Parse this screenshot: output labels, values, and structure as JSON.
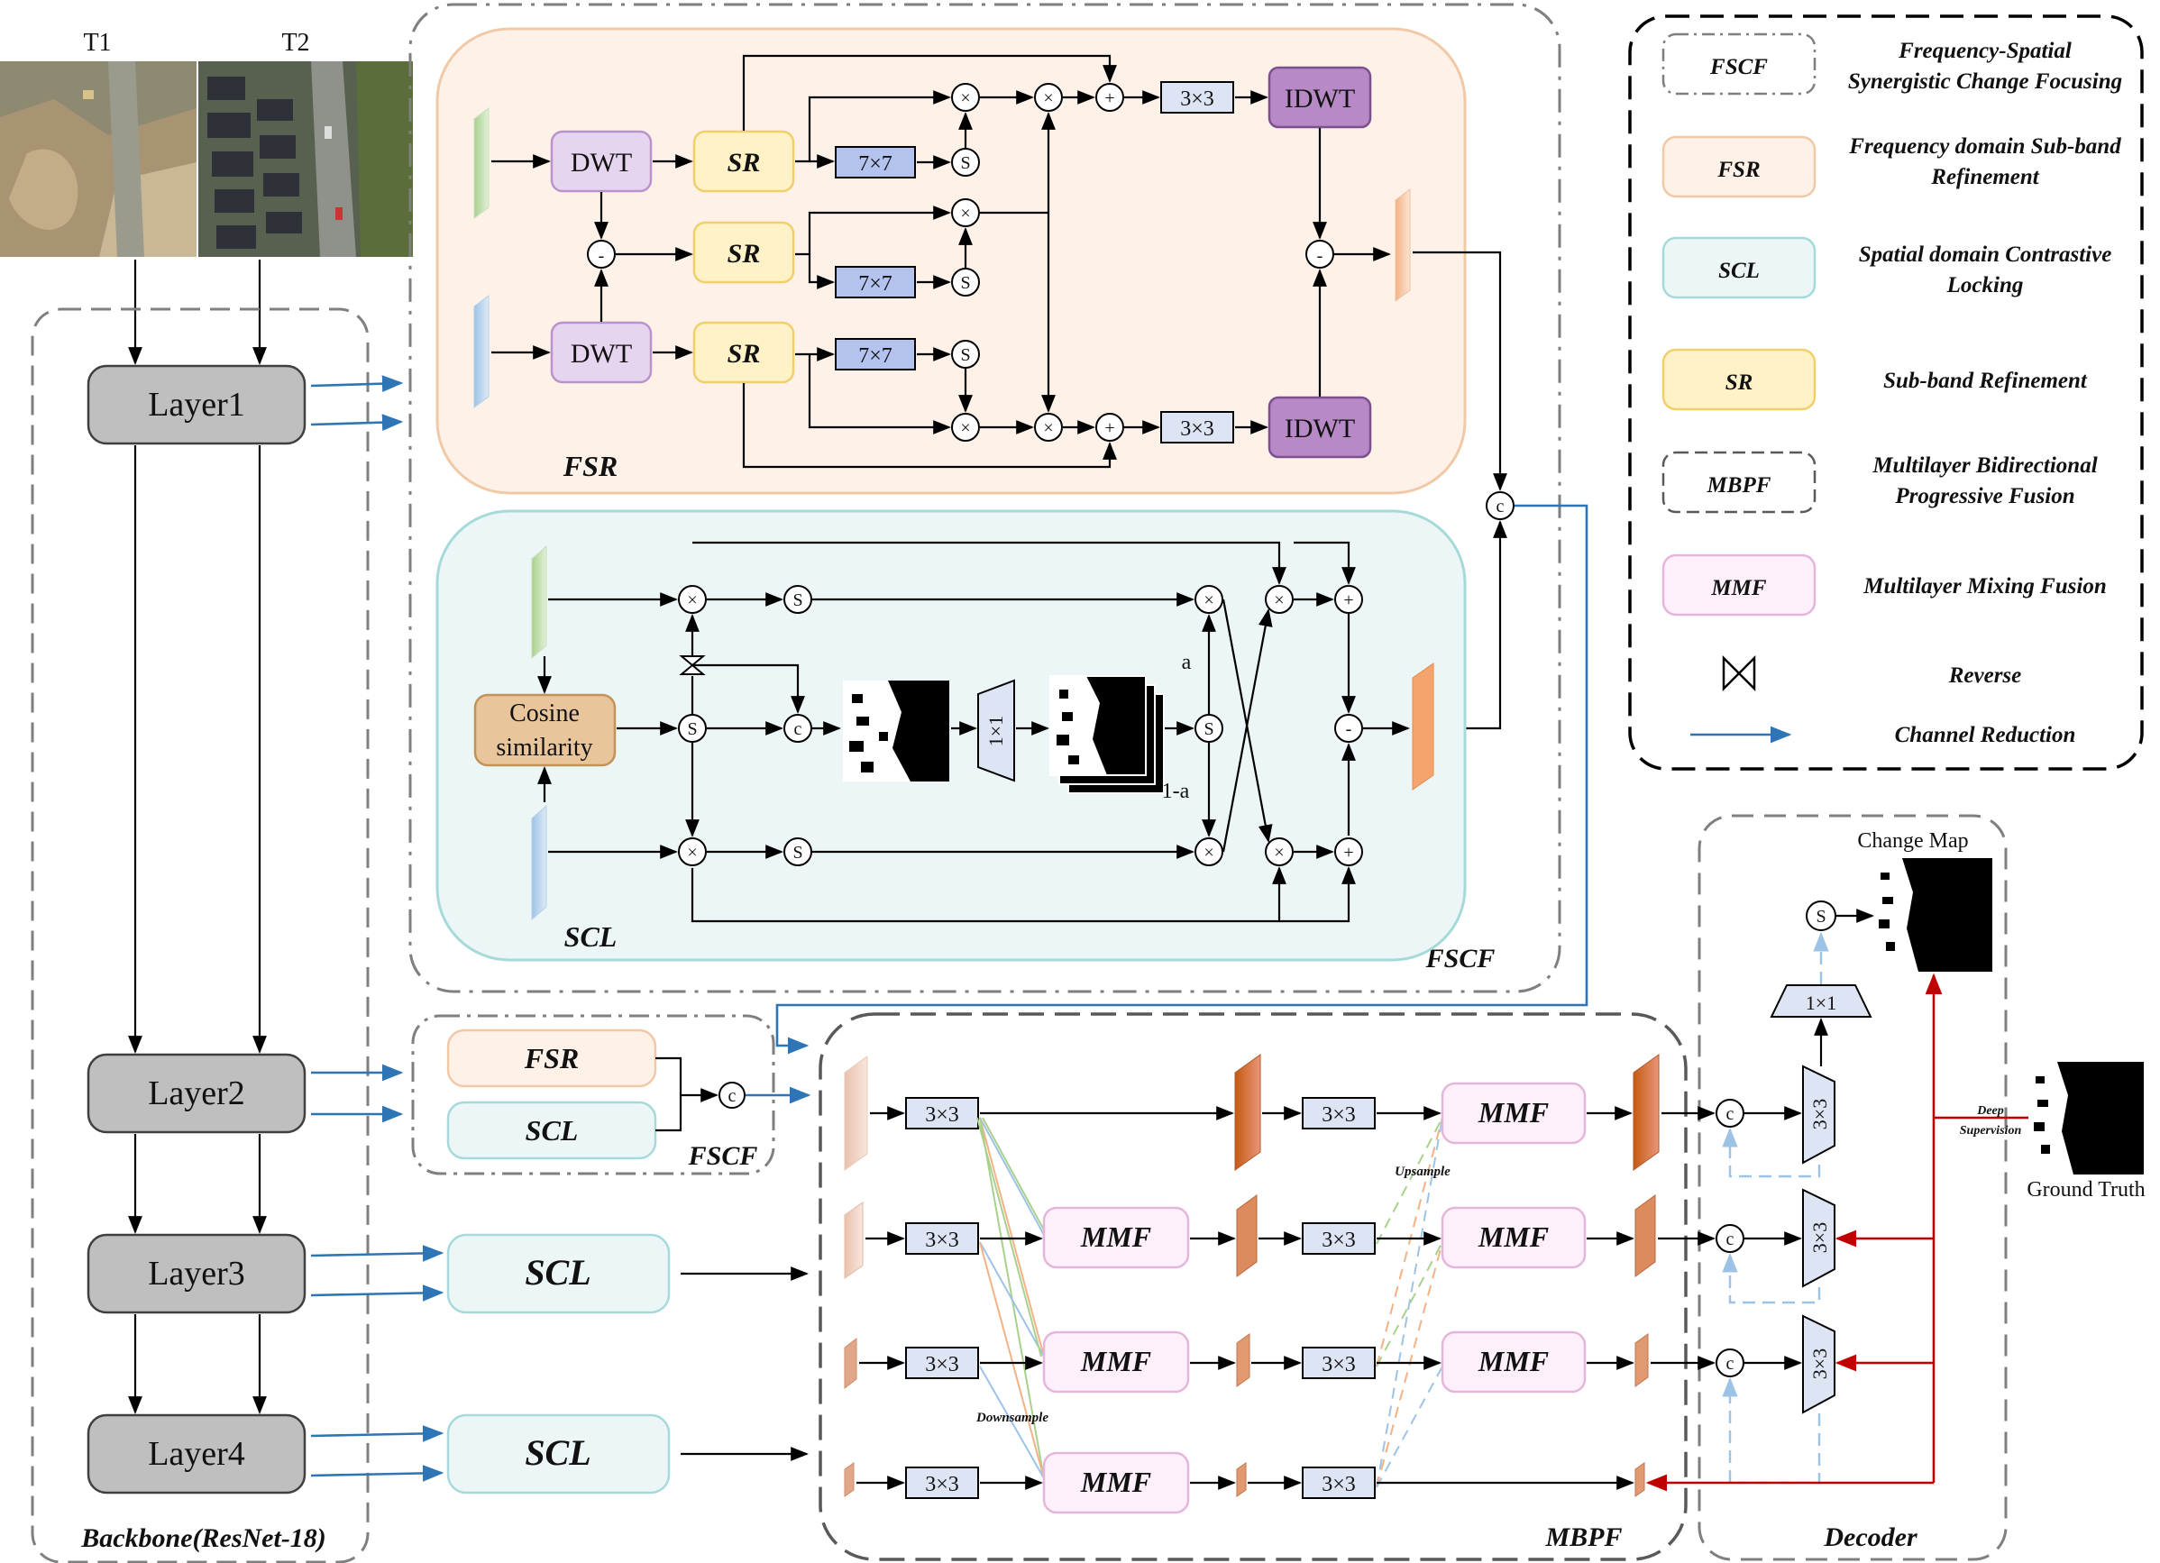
{
  "inputs": {
    "t1": "T1",
    "t2": "T2"
  },
  "backbone": {
    "title": "Backbone(ResNet-18)",
    "layers": [
      "Layer1",
      "Layer2",
      "Layer3",
      "Layer4"
    ]
  },
  "fsr_block": {
    "title": "FSR",
    "dwt": "DWT",
    "sr": "SR",
    "conv7": "7×7",
    "conv3": "3×3",
    "idwt": "IDWT",
    "sym_mul": "×",
    "sym_add": "+",
    "sym_sub": "-",
    "sym_sig": "S",
    "sym_cat": "c"
  },
  "scl_block": {
    "title": "SCL",
    "cosine": [
      "Cosine",
      "similarity"
    ],
    "conv1": "1×1",
    "a": "a",
    "one_minus_a": "1-a"
  },
  "fscf_label": "FSCF",
  "small_fscf": {
    "fsr": "FSR",
    "scl": "SCL",
    "title": "FSCF"
  },
  "scl_boxes": [
    "SCL",
    "SCL"
  ],
  "mbpf": {
    "title": "MBPF",
    "conv3": "3×3",
    "mmf": "MMF",
    "downsample": "Downsample",
    "upsample": "Upsample"
  },
  "decoder": {
    "title": "Decoder",
    "conv1": "1×1",
    "conv3": "3×3",
    "change_map": "Change Map",
    "ground_truth": "Ground Truth",
    "deep": "Deep",
    "supervision": "Supervision"
  },
  "legend": {
    "items": [
      {
        "abbr": "FSCF",
        "desc": [
          "Frequency-Spatial",
          "Synergistic Change Focusing"
        ]
      },
      {
        "abbr": "FSR",
        "desc": [
          "Frequency domain Sub-band",
          "Refinement"
        ]
      },
      {
        "abbr": "SCL",
        "desc": [
          "Spatial domain Contrastive",
          "Locking"
        ]
      },
      {
        "abbr": "SR",
        "desc": [
          "Sub-band Refinement"
        ]
      },
      {
        "abbr": "MBPF",
        "desc": [
          "Multilayer Bidirectional",
          "Progressive Fusion"
        ]
      },
      {
        "abbr": "MMF",
        "desc": [
          "Multilayer Mixing Fusion"
        ]
      },
      {
        "abbr": "",
        "desc": [
          "Reverse"
        ]
      },
      {
        "abbr": "",
        "desc": [
          "Channel Reduction"
        ]
      }
    ]
  },
  "colors": {
    "fsr_bg": "#fdf1e8",
    "fsr_border": "#f2c9a6",
    "scl_bg": "#edf6f6",
    "scl_border": "#a6dada",
    "sr_bg": "#fff2c6",
    "sr_border": "#f1cf6a",
    "dwt_bg": "#e6d5ee",
    "dwt_border": "#bb93cc",
    "idwt_bg": "#b789c6",
    "conv_bg": "#b3c3ee",
    "mmf_bg": "#fdf0fa",
    "mmf_border": "#e5b5db",
    "layer_bg": "#bfbfbf",
    "blue_arrow": "#2e75b6",
    "red_arrow": "#c00000",
    "cosine_bg": "#e8c59b",
    "cosine_border": "#c29359",
    "conv_light": "#dde4f4"
  }
}
